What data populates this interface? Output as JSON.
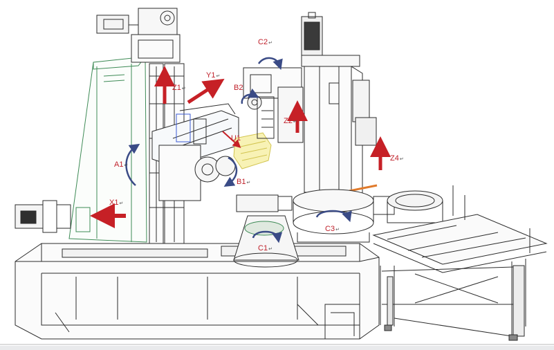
{
  "colors": {
    "line": "#2b2b2b",
    "frame_green": "#3d8a55",
    "arrow_red": "#c62026",
    "arrow_navy": "#3a4b86",
    "label_red": "#c0202a",
    "highlight_yellow": "#f3e98a",
    "highlight_blue": "#3b5bd6",
    "accent_orange": "#e07a2b"
  },
  "axes": [
    {
      "id": "z1",
      "label": "Z1",
      "mark": "↵",
      "arrow": "straight-up"
    },
    {
      "id": "y1",
      "label": "Y1",
      "mark": "↵",
      "arrow": "diagonal-up-right"
    },
    {
      "id": "b2",
      "label": "B2",
      "mark": "",
      "arrow": "rotary"
    },
    {
      "id": "c2",
      "label": "C2",
      "mark": "↵",
      "arrow": "rotary"
    },
    {
      "id": "z2",
      "label": "Z2",
      "mark": "↵",
      "arrow": "straight-up"
    },
    {
      "id": "u1",
      "label": "U1",
      "mark": "",
      "arrow": "diagonal"
    },
    {
      "id": "a1",
      "label": "A1",
      "mark": "↵",
      "arrow": "rotary"
    },
    {
      "id": "b1",
      "label": "B1",
      "mark": "↵",
      "arrow": "rotary"
    },
    {
      "id": "z4",
      "label": "Z4",
      "mark": "↵",
      "arrow": "straight-up"
    },
    {
      "id": "x1",
      "label": "X1",
      "mark": "↵",
      "arrow": "straight-left"
    },
    {
      "id": "c3",
      "label": "C3",
      "mark": "↵",
      "arrow": "rotary"
    },
    {
      "id": "c1",
      "label": "C1",
      "mark": "↵",
      "arrow": "rotary"
    }
  ]
}
